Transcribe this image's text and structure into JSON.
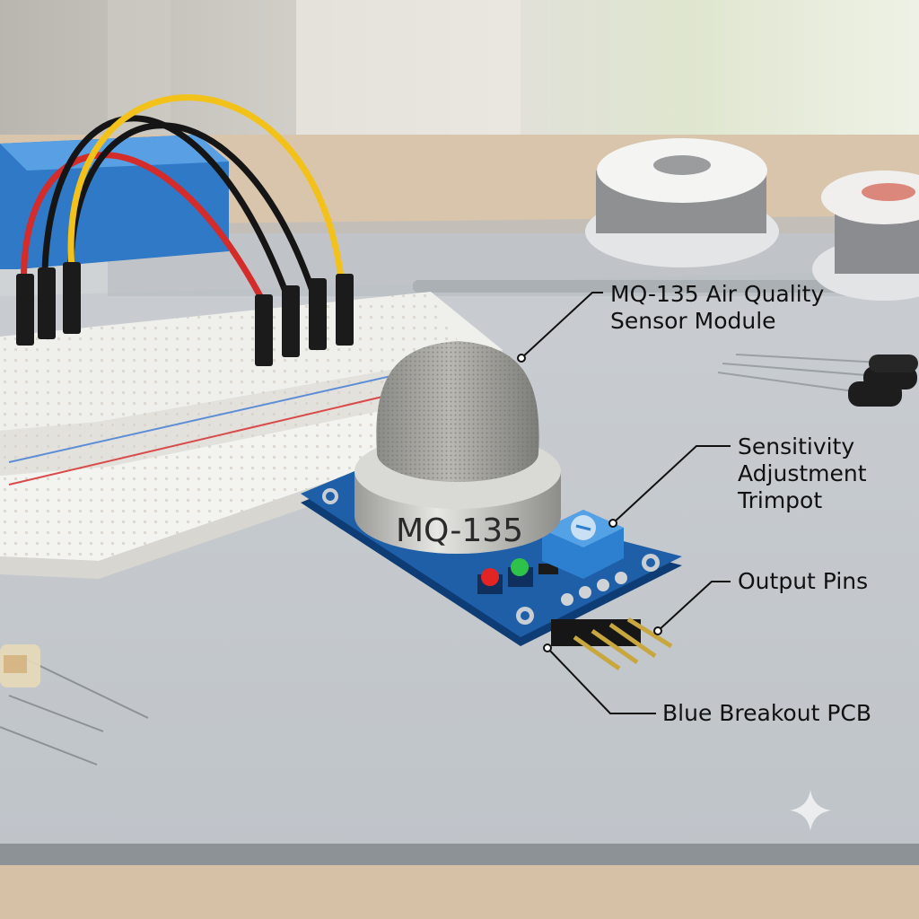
{
  "sensor_marking": "MQ-135",
  "callouts": {
    "sensor_module": {
      "line1": "MQ-135 Air Quality",
      "line2": "Sensor Module"
    },
    "trimpot": {
      "line1": "Sensitivity",
      "line2": "Adjustment",
      "line3": "Trimpot"
    },
    "output_pins": "Output Pins",
    "pcb": "Blue Breakout PCB"
  },
  "colors": {
    "pcb": "#1f5fa8",
    "trimpot": "#2d7fd0",
    "wire_red": "#d42b2b",
    "wire_black": "#151515",
    "wire_yellow": "#f2c21b",
    "led_red": "#e22424",
    "led_green": "#2fc24a"
  },
  "icons": [
    "sparkle-icon"
  ]
}
